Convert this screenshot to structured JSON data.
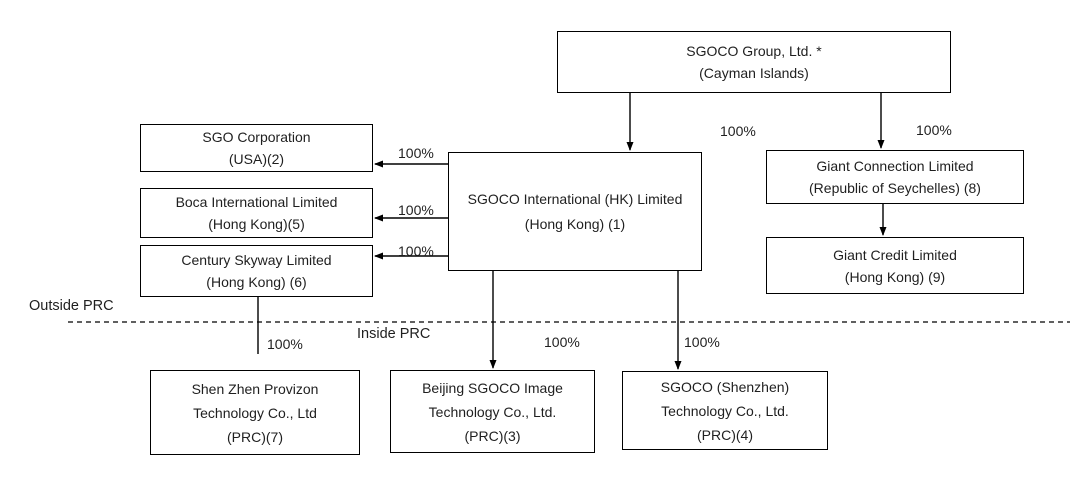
{
  "regions": {
    "outside_label": "Outside PRC",
    "inside_label": "Inside PRC"
  },
  "nodes": {
    "sgoco_group": {
      "lines": [
        "SGOCO Group, Ltd. *",
        "(Cayman Islands)"
      ]
    },
    "sgo_corporation": {
      "lines": [
        "SGO Corporation",
        "(USA)(2)"
      ]
    },
    "boca_international": {
      "lines": [
        "Boca International Limited",
        "(Hong Kong)(5)"
      ]
    },
    "century_skyway": {
      "lines": [
        "Century Skyway Limited",
        "(Hong Kong) (6)"
      ]
    },
    "sgoco_international": {
      "lines": [
        "SGOCO International (HK) Limited",
        "(Hong Kong) (1)"
      ]
    },
    "giant_connection": {
      "lines": [
        "Giant Connection Limited",
        "(Republic of Seychelles) (8)"
      ]
    },
    "giant_credit": {
      "lines": [
        "Giant Credit Limited",
        "(Hong Kong) (9)"
      ]
    },
    "shenzhen_provizon": {
      "lines": [
        "Shen Zhen Provizon",
        "Technology Co., Ltd",
        "(PRC)(7)"
      ]
    },
    "beijing_sgoco_image": {
      "lines": [
        "Beijing SGOCO Image",
        "Technology Co., Ltd.",
        "(PRC)(3)"
      ]
    },
    "sgoco_shenzhen": {
      "lines": [
        "SGOCO (Shenzhen)",
        "Technology Co., Ltd.",
        "(PRC)(4)"
      ]
    }
  },
  "ownership": {
    "group_to_international": "100%",
    "group_to_giant_connection": "100%",
    "international_to_sgo": "100%",
    "international_to_boca": "100%",
    "international_to_century": "100%",
    "century_to_provizon": "100%",
    "international_to_beijing": "100%",
    "international_to_shenzhen": "100%"
  },
  "colors": {
    "line": "#000000",
    "box_border": "#000000",
    "text": "#1f1f1f",
    "background": "#ffffff"
  }
}
